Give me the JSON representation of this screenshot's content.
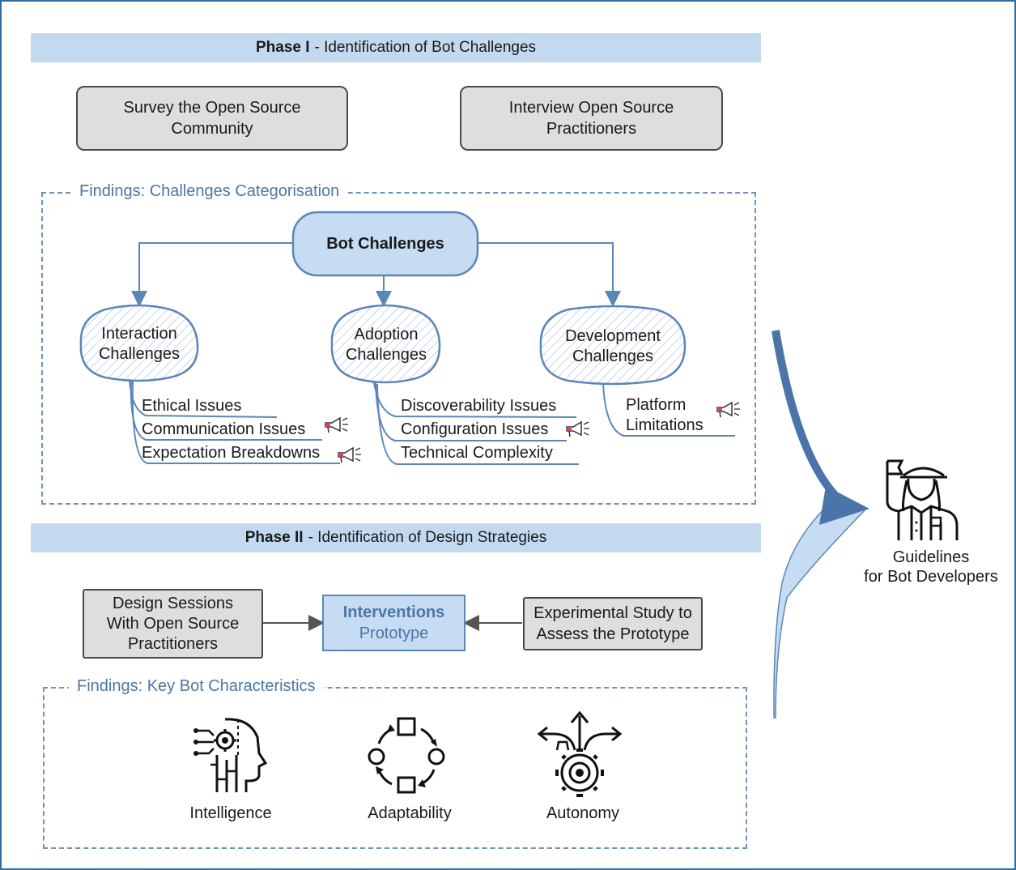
{
  "phase1": {
    "bold": "Phase I",
    "rest": "- Identification of Bot Challenges"
  },
  "phase2": {
    "bold": "Phase II",
    "rest": "- Identification of Design Strategies"
  },
  "survey": {
    "line1": "Survey the Open Source",
    "line2": "Community"
  },
  "interview": {
    "line1": "Interview Open Source",
    "line2": "Practitioners"
  },
  "findings1": {
    "title": "Findings: Challenges Categorisation"
  },
  "root": {
    "label": "Bot Challenges"
  },
  "categories": [
    {
      "line1": "Interaction",
      "line2": "Challenges",
      "items": [
        {
          "text": "Ethical Issues",
          "megaphone": false
        },
        {
          "text": "Communication Issues",
          "megaphone": true
        },
        {
          "text": "Expectation Breakdowns",
          "megaphone": true
        }
      ]
    },
    {
      "line1": "Adoption",
      "line2": "Challenges",
      "items": [
        {
          "text": "Discoverability Issues",
          "megaphone": false
        },
        {
          "text": "Configuration Issues",
          "megaphone": true
        },
        {
          "text": "Technical Complexity",
          "megaphone": false
        }
      ]
    },
    {
      "line1": "Development",
      "line2": "Challenges",
      "items": [
        {
          "text": "Platform",
          "text2": "Limitations",
          "megaphone": true
        }
      ]
    }
  ],
  "design_sessions": {
    "line1": "Design Sessions",
    "line2": "With Open Source",
    "line3": "Practitioners"
  },
  "interventions": {
    "line1": "Interventions",
    "line2": "Prototype"
  },
  "experimental": {
    "line1": "Experimental Study to",
    "line2": "Assess the Prototype"
  },
  "findings2": {
    "title": "Findings: Key Bot Characteristics"
  },
  "characteristics": [
    {
      "label": "Intelligence",
      "icon": "ai-head-icon"
    },
    {
      "label": "Adaptability",
      "icon": "adaptability-cycle-icon"
    },
    {
      "label": "Autonomy",
      "icon": "autonomy-gear-icon"
    }
  ],
  "guidelines": {
    "line1": "Guidelines",
    "line2": "for Bot Developers"
  },
  "colors": {
    "accent": "#5b86b8",
    "bar": "#c3d9ef",
    "grey": "#dedede",
    "dash": "#6f93bb"
  }
}
